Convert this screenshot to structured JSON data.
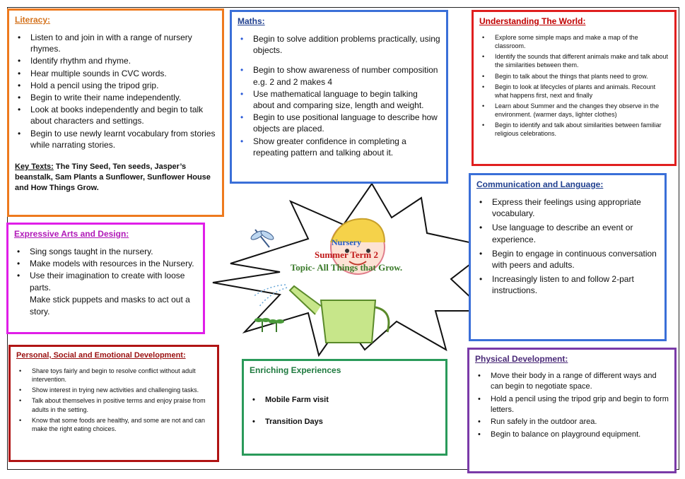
{
  "literacy": {
    "title": "Literacy:",
    "items": [
      "Listen to and join in with a range of nursery rhymes.",
      " Identify rhythm and rhyme.",
      " Hear multiple sounds in CVC words.",
      "Hold a pencil using the tripod grip.",
      "Begin to write their name independently.",
      "Look at books independently and begin to talk about characters and settings.",
      "Begin to use newly learnt vocabulary from stories while narrating stories."
    ],
    "key_texts_label": "Key Texts:",
    "key_texts": " The Tiny Seed, Ten seeds, Jasper’s beanstalk, Sam Plants a Sunflower, Sunflower House and How Things Grow."
  },
  "maths": {
    "title": "Maths:",
    "items": [
      "Begin to solve addition problems practically, using objects.",
      "Begin to show awareness of number composition e.g. 2 and 2 makes 4",
      "Use mathematical language to begin talking about and comparing size, length and weight.",
      "Begin to use positional language to describe how objects are placed.",
      "Show greater confidence in completing a repeating pattern and talking about it."
    ]
  },
  "world": {
    "title": "Understanding The World:",
    "items": [
      "Explore some simple maps and make a map of the classroom.",
      "Identify the sounds that different animals make and talk about the similarities between them.",
      "Begin to talk about the things that plants need to grow.",
      "Begin to look at lifecycles of plants and animals. Recount what happens first, next and finally",
      "Learn about Summer and the changes they observe in the environment. (warmer days, lighter clothes)",
      "Begin to identify and talk about similarities between familiar religious celebrations."
    ]
  },
  "communication": {
    "title": "Communication and Language:",
    "items": [
      "Express their feelings using appropriate vocabulary.",
      "Use language to describe an event or experience.",
      " Begin to engage in continuous conversation with peers and adults.",
      "Increasingly listen to and follow 2-part instructions."
    ]
  },
  "arts": {
    "title": "Expressive Arts and Design:",
    "items": [
      "Sing songs taught in the nursery.",
      "Make models with resources in the Nursery.",
      "Use their imagination to create with loose parts."
    ],
    "extra": "Make stick puppets and masks to act out a story."
  },
  "psed": {
    "title": "Personal, Social and Emotional Development:",
    "items": [
      "Share toys fairly and begin to resolve conflict without adult intervention.",
      " Show interest in trying new activities and challenging tasks.",
      "Talk about themselves in positive terms and enjoy praise from adults in the setting.",
      "Know that some foods are healthy, and some are not and can make the right eating choices."
    ]
  },
  "enriching": {
    "title": "Enriching Experiences",
    "items": [
      "Mobile Farm visit",
      "Transition Days"
    ]
  },
  "physical": {
    "title": "Physical Development:",
    "items": [
      "Move their body in a range of different ways and can begin to negotiate space.",
      "Hold a pencil using the tripod grip and begin to form letters.",
      "Run safely in the outdoor area.",
      "Begin to balance on playground equipment."
    ]
  },
  "centre": {
    "line1": "Nursery",
    "line2": "Summer Term 2",
    "line3": "Topic- All Things that Grow."
  },
  "colors": {
    "literacy": "#ee7a1e",
    "maths": "#3a6fd8",
    "world": "#e01f1f",
    "communication": "#3a6fd8",
    "arts": "#e01ee8",
    "psed": "#b01414",
    "enriching": "#2a9a5a",
    "physical": "#7a3aa8"
  },
  "illustration": [
    "dragonfly-icon",
    "watering-can-icon",
    "seedling-icon",
    "child-face-icon"
  ]
}
